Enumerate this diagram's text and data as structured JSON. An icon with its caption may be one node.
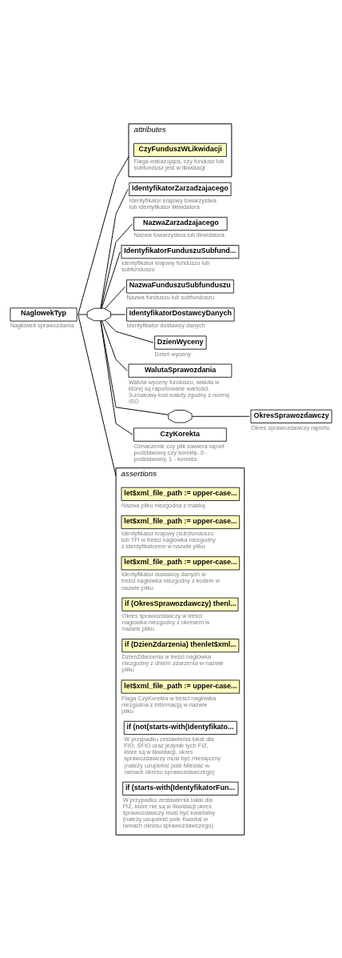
{
  "diagram": {
    "nodes": [
      {
        "text": [
          "NaglowekTyp"
        ],
        "beside": [
          "Nagłówek sprawozdania"
        ]
      },
      {
        "text": [
          "attributes"
        ]
      },
      {
        "text": [
          "CzyFunduszWLikwidacji"
        ],
        "in": 1,
        "beside": [
          "Flaga wskazująca, czy fundusz lub subfundusz jest w likwidacji"
        ]
      },
      {
        "text": [],
        "shape": "octagon"
      },
      {
        "text": [
          "IdentyfikatorZarzadzajacego"
        ],
        "beside": [
          "Identyfikator krajowy towarzystwa lub identyfikator likwidatora"
        ]
      },
      {
        "text": [
          "NazwaZarzadzajacego"
        ],
        "beside": [
          "Nazwa towarzystwa lub likwidatora"
        ]
      },
      {
        "text": [
          "IdentyfikatorFunduszuSubfund..."
        ],
        "beside": [
          "Identyfikator krajowy funduszu lub subfunduszu"
        ]
      },
      {
        "text": [
          "NazwaFunduszuSubfunduszu"
        ],
        "beside": [
          "Nazwa funduszu lub subfunduszu"
        ]
      },
      {
        "text": [
          "IdentyfikatorDostawcyDanych"
        ],
        "beside": [
          "Identyfikator dostawcy danych"
        ]
      },
      {
        "text": [
          "DzienWyceny"
        ],
        "beside": [
          "Dzień wyceny"
        ]
      },
      {
        "text": [
          "WalutaSprawozdania"
        ],
        "beside": [
          "Waluta wyceny funduszu, waluta w której są raportowane wartości. 3-znakowy kod waluty zgodny z normą ISO"
        ]
      },
      {
        "text": [],
        "shape": "octagon"
      },
      {
        "text": [
          "OkresSprawozdawczy"
        ],
        "beside": [
          "Okres sprawozdawczy raportu"
        ]
      },
      {
        "text": [
          "CzyKorekta"
        ],
        "beside": [
          "Oznaczenie czy plik zawiera raport podstawowy czy korektę, 0 - podstawowy, 1 - korekta"
        ]
      },
      {
        "text": [
          "assertions"
        ]
      },
      {
        "text": [
          "let$xml_file_path := upper-case..."
        ],
        "in": 14,
        "beside": [
          "Nazwa pliku niezgodna z maską"
        ]
      },
      {
        "text": [
          "let$xml_file_path := upper-case..."
        ],
        "in": 14,
        "beside": [
          "Identyfikator krajowy (sub)funduszu lub TFI w treści nagłówka niezgodny z identyfikatorem w nazwie pliku"
        ]
      },
      {
        "text": [
          "let$xml_file_path := upper-case..."
        ],
        "in": 14,
        "beside": [
          "Identyfikator dostawcy danych w treści nagłówka niezgodny z kodem w nazwie pliku"
        ]
      },
      {
        "text": [
          "if (OkresSprawozdawczy) thenl..."
        ],
        "in": 14,
        "beside": [
          "Okres sprawozdawczy w treści nagłówka niezgodny z okresem w nazwie pliku"
        ]
      },
      {
        "text": [
          "if (DzienZdarzenia) thenlet$xml..."
        ],
        "in": 14,
        "beside": [
          "DzienZdarzenia w treści nagłówka niezgodny z dniem zdarzenia w nazwie pliku"
        ]
      },
      {
        "text": [
          "let$xml_file_path := upper-case..."
        ],
        "in": 14,
        "beside": [
          "Flaga CzyKorekta w treści nagłówka niezgodna z informacją w nazwie pliku"
        ]
      },
      {
        "text": [
          "if (not(starts-with(Identyfikato..."
        ],
        "in": 14,
        "beside": [
          "W przypadku zestawienia lokat dla FIO, SFIO oraz jedynie tych FIZ, które są w likwidacji, okres sprawozdawczy musi być miesięczny (należy uzupełnić pole Miesiac w ramach okresu sprawozdawczego)"
        ]
      },
      {
        "text": [
          "if (starts-with(IdentyfikatorFun..."
        ],
        "in": 14,
        "beside": [
          "W przypadku zestawienia lokat dla FIZ, które nie są w likwidacji okres sprawozdawczy musi być kwartalny (należy uzupełnić pole Kwartal w ramach okresu sprawozdawczego)"
        ]
      }
    ],
    "edges": [
      {
        "from": 0,
        "to": 1,
        "arrow": "none"
      },
      {
        "from": 0,
        "to": 3,
        "arrow": "none"
      },
      {
        "from": 0,
        "to": 14,
        "arrow": "none"
      },
      {
        "from": 3,
        "to": 4,
        "arrow": "none"
      },
      {
        "from": 3,
        "to": 5,
        "arrow": "none"
      },
      {
        "from": 3,
        "to": 6,
        "arrow": "none"
      },
      {
        "from": 3,
        "to": 7,
        "arrow": "none"
      },
      {
        "from": 3,
        "to": 8,
        "arrow": "none"
      },
      {
        "from": 3,
        "to": 9,
        "arrow": "none"
      },
      {
        "from": 3,
        "to": 10,
        "arrow": "none"
      },
      {
        "from": 3,
        "to": 11,
        "arrow": "none"
      },
      {
        "from": 3,
        "to": 13,
        "arrow": "none"
      },
      {
        "from": 11,
        "to": 12,
        "arrow": "none"
      }
    ]
  }
}
